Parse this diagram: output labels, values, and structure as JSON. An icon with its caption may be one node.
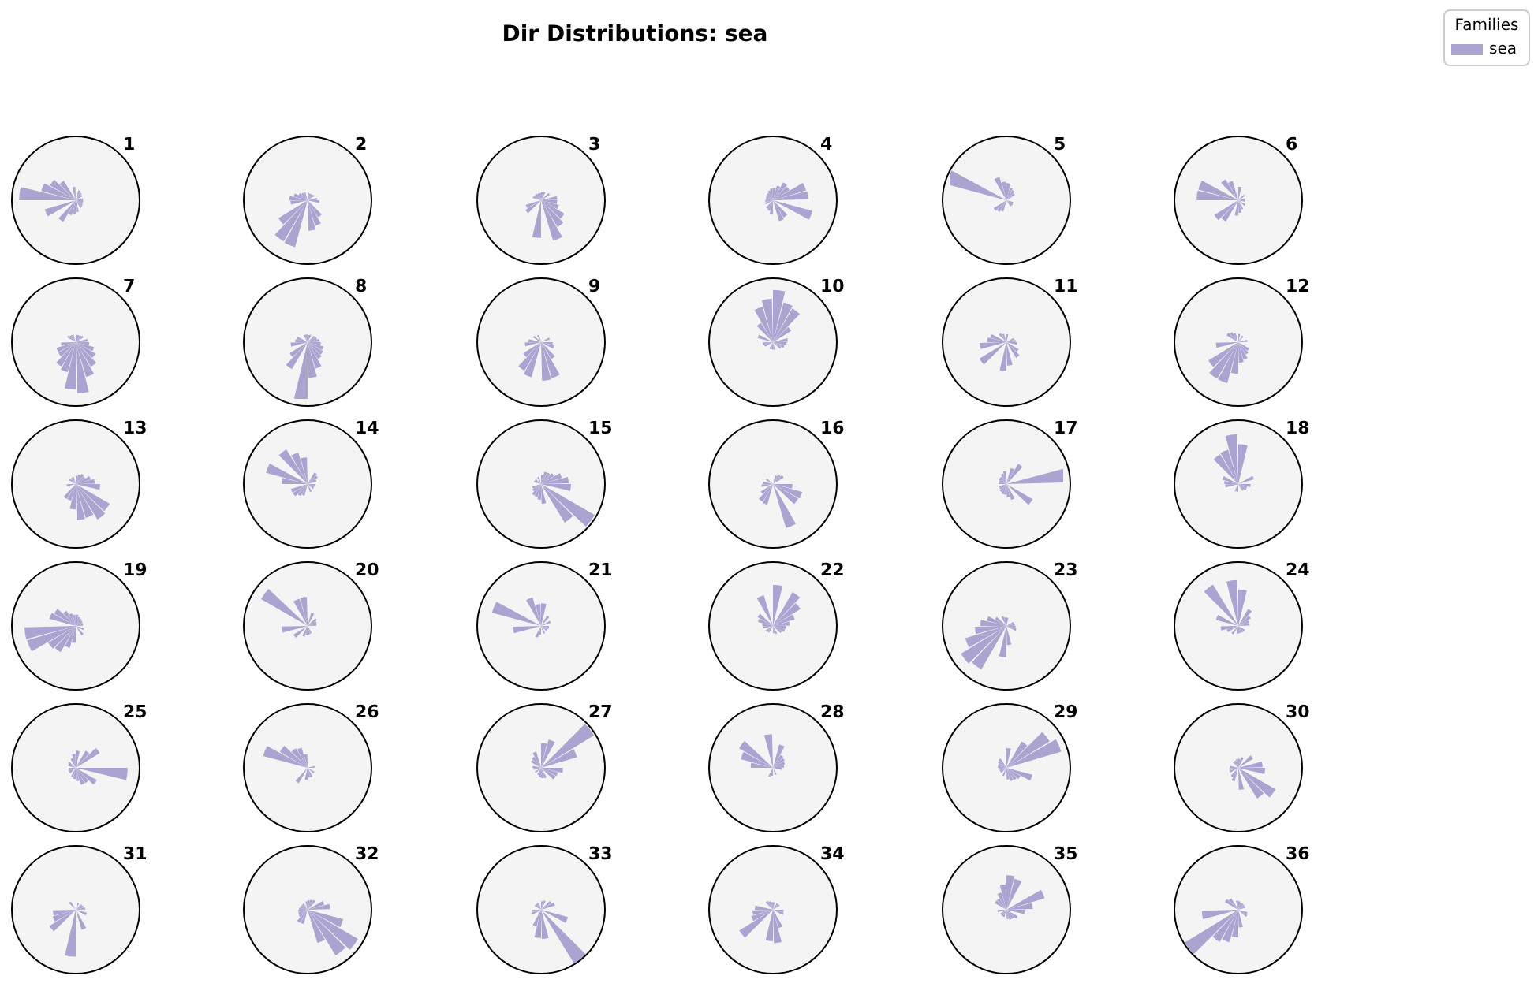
{
  "diagram": {
    "title": "Dir Distributions: sea",
    "nodes": [
      {
        "text": [
          "1"
        ]
      },
      {
        "text": [
          "2"
        ]
      },
      {
        "text": [
          "3"
        ]
      },
      {
        "text": [
          "4"
        ]
      },
      {
        "text": [
          "5"
        ]
      },
      {
        "text": [
          "6"
        ]
      },
      {
        "text": [
          "7"
        ]
      },
      {
        "text": [
          "8"
        ]
      },
      {
        "text": [
          "9"
        ]
      },
      {
        "text": [
          "10"
        ]
      },
      {
        "text": [
          "11"
        ]
      },
      {
        "text": [
          "12"
        ]
      },
      {
        "text": [
          "13"
        ]
      },
      {
        "text": [
          "14"
        ]
      },
      {
        "text": [
          "15"
        ]
      },
      {
        "text": [
          "16"
        ]
      },
      {
        "text": [
          "17"
        ]
      },
      {
        "text": [
          "18"
        ]
      },
      {
        "text": [
          "19"
        ]
      },
      {
        "text": [
          "20"
        ]
      },
      {
        "text": [
          "21"
        ]
      },
      {
        "text": [
          "22"
        ]
      },
      {
        "text": [
          "23"
        ]
      },
      {
        "text": [
          "24"
        ]
      },
      {
        "text": [
          "25"
        ]
      },
      {
        "text": [
          "26"
        ]
      },
      {
        "text": [
          "27"
        ]
      },
      {
        "text": [
          "28"
        ]
      },
      {
        "text": [
          "29"
        ]
      },
      {
        "text": [
          "30"
        ]
      },
      {
        "text": [
          "31"
        ]
      },
      {
        "text": [
          "32"
        ]
      },
      {
        "text": [
          "33"
        ]
      },
      {
        "text": [
          "34"
        ]
      },
      {
        "text": [
          "35"
        ]
      },
      {
        "text": [
          "36"
        ]
      }
    ],
    "labels": [
      "Families"
    ],
    "legend": [
      {
        "text": "sea",
        "color": "#aba3d0"
      }
    ]
  }
}
